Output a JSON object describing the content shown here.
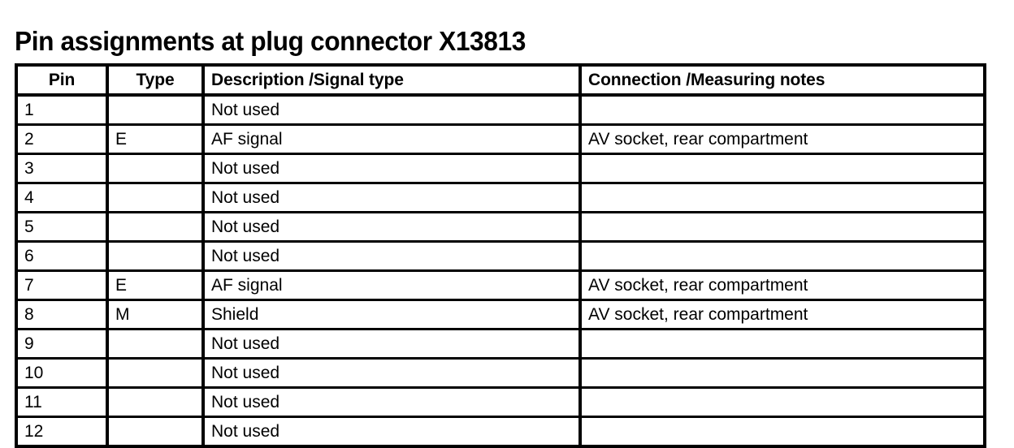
{
  "document": {
    "title": "Pin assignments at plug connector X13813"
  },
  "table": {
    "columns": [
      {
        "key": "pin",
        "label": "Pin"
      },
      {
        "key": "type",
        "label": "Type"
      },
      {
        "key": "desc",
        "label": "Description /Signal type"
      },
      {
        "key": "conn",
        "label": "Connection /Measuring notes"
      }
    ],
    "rows": [
      {
        "pin": "1",
        "type": "",
        "desc": "Not used",
        "conn": ""
      },
      {
        "pin": "2",
        "type": "E",
        "desc": "AF signal",
        "conn": "AV socket, rear compartment"
      },
      {
        "pin": "3",
        "type": "",
        "desc": "Not used",
        "conn": ""
      },
      {
        "pin": "4",
        "type": "",
        "desc": "Not used",
        "conn": ""
      },
      {
        "pin": "5",
        "type": "",
        "desc": "Not used",
        "conn": ""
      },
      {
        "pin": "6",
        "type": "",
        "desc": "Not used",
        "conn": ""
      },
      {
        "pin": "7",
        "type": "E",
        "desc": "AF signal",
        "conn": "AV socket, rear compartment"
      },
      {
        "pin": "8",
        "type": "M",
        "desc": "Shield",
        "conn": "AV socket, rear compartment"
      },
      {
        "pin": "9",
        "type": "",
        "desc": "Not used",
        "conn": ""
      },
      {
        "pin": "10",
        "type": "",
        "desc": "Not used",
        "conn": ""
      },
      {
        "pin": "11",
        "type": "",
        "desc": "Not used",
        "conn": ""
      },
      {
        "pin": "12",
        "type": "",
        "desc": "Not used",
        "conn": ""
      }
    ]
  },
  "colors": {
    "ink": "#000000",
    "paper": "#ffffff"
  }
}
